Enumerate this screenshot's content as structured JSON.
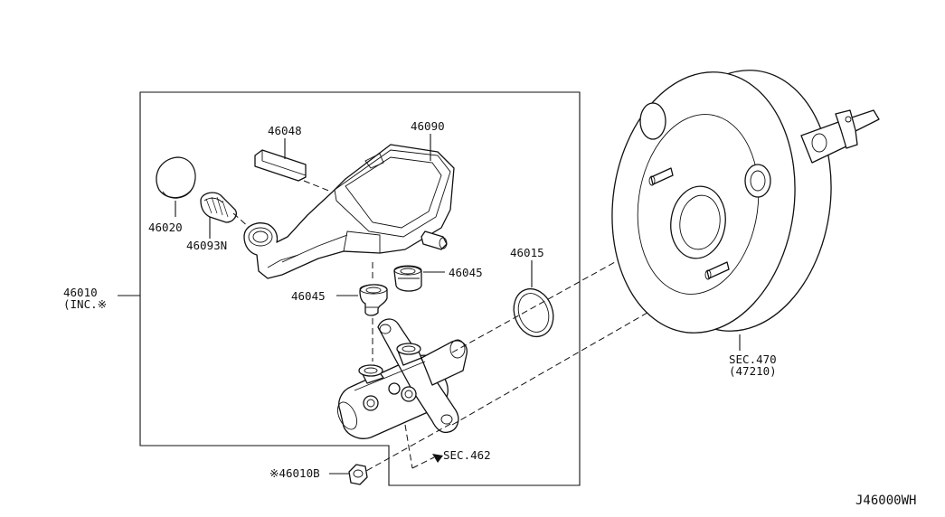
{
  "diagram": {
    "code": "J46000WH",
    "labels": {
      "p46048": "46048",
      "p46090": "46090",
      "p46020": "46020",
      "p46093N": "46093N",
      "p46045_right": "46045",
      "p46045_left": "46045",
      "p46015": "46015",
      "p46010": "46010",
      "p46010_inc": "(INC.※",
      "sec462": "SEC.462",
      "p46010B": "※46010B",
      "sec470": "SEC.470",
      "sec470_sub": "(47210)"
    }
  }
}
